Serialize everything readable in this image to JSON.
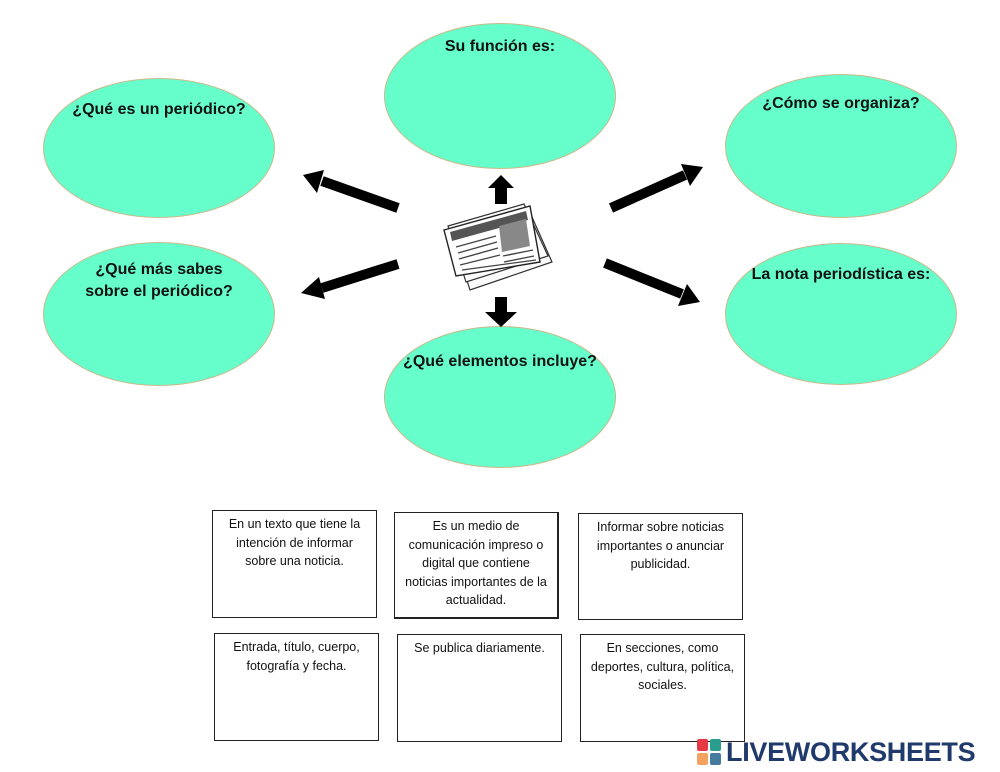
{
  "bubbles": {
    "q_what": "¿Qué es un periódico?",
    "function": "Su función es:",
    "organize": "¿Cómo se organiza?",
    "more": "¿Qué más sabes sobre el periódico?",
    "elements": "¿Qué elementos incluye?",
    "news_note": "La nota periodística es:"
  },
  "cards": [
    "En un texto que tiene la intención de informar sobre una noticia.",
    "Es un medio de comunicación impreso o digital que contiene noticias importantes de la actualidad.",
    "Informar sobre noticias importantes o anunciar publicidad.",
    "Entrada, título, cuerpo, fotografía y fecha.",
    "Se publica diariamente.",
    "En secciones, como deportes, cultura, política, sociales."
  ],
  "brand": {
    "name": "LIVEWORKSHEETS",
    "color": "#1f3a6b"
  },
  "colors": {
    "bubble_fill": "#66ffcc",
    "bubble_border": "#c9b98a"
  },
  "icons": [
    "newspaper-icon"
  ]
}
